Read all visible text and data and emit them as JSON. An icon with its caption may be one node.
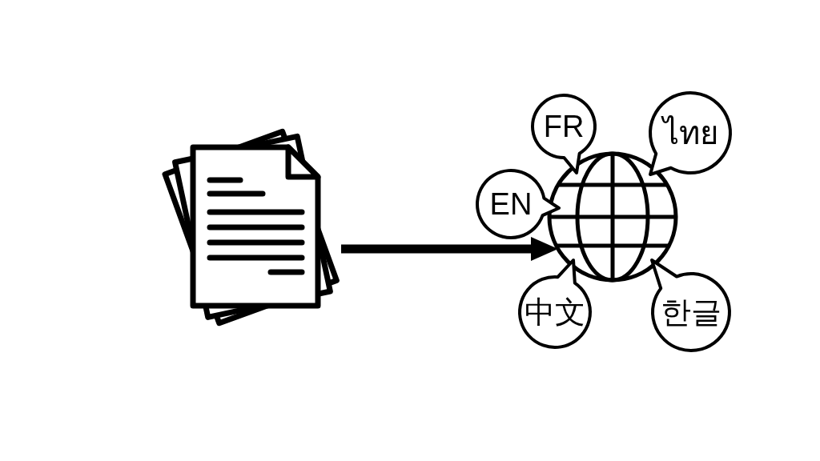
{
  "diagram": {
    "nodes": [
      {
        "text": [],
        "shape": "picture"
      },
      {
        "text": [],
        "shape": "picture"
      },
      {
        "text": [
          "FR"
        ]
      },
      {
        "text": [
          "ไทย"
        ]
      },
      {
        "text": [
          "EN"
        ]
      },
      {
        "text": [
          "中文"
        ]
      },
      {
        "text": [
          "한글"
        ]
      }
    ],
    "edges": [
      {
        "from": 0,
        "to": 1,
        "arrow": "to"
      }
    ]
  }
}
